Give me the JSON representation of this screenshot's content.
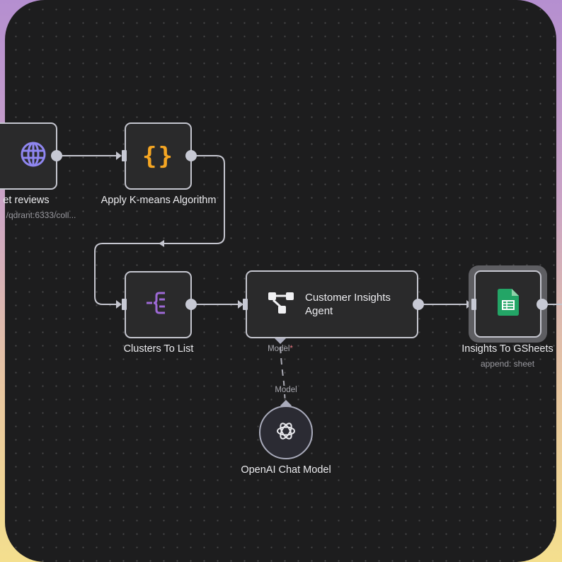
{
  "nodes": {
    "get_reviews": {
      "label": "et reviews",
      "subtitle": "/qdrant:6333/coll...",
      "icon": "globe-icon",
      "icon_color": "#8f86f0"
    },
    "kmeans": {
      "label": "Apply K-means Algorithm",
      "icon": "code-braces-icon",
      "icon_color": "#f5a623"
    },
    "clusters": {
      "label": "Clusters To List",
      "icon": "split-list-icon",
      "icon_color": "#9d69d6"
    },
    "agent": {
      "label_line1": "Customer Insights",
      "label_line2": "Agent",
      "icon": "agent-robot-icon",
      "model_port_label": "Model",
      "model_port_required": "*"
    },
    "gsheets": {
      "label": "Insights To GSheets",
      "subtitle": "append: sheet",
      "icon": "google-sheets-icon",
      "icon_color": "#23a566"
    },
    "openai": {
      "label": "OpenAI Chat Model",
      "icon": "openai-icon",
      "port_label": "Model"
    }
  },
  "colors": {
    "canvas_bg": "#1d1d1e",
    "node_bg": "#2a2a2b",
    "edge": "#c5c6cf"
  }
}
